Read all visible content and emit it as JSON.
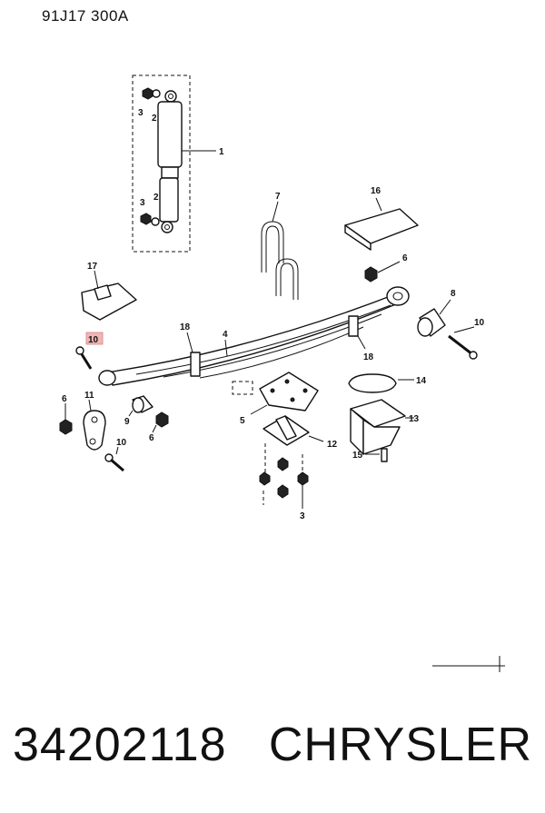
{
  "header": {
    "code": "91J17  300A"
  },
  "footer": {
    "part_number": "34202118",
    "brand": "CHRYSLER"
  },
  "callouts": {
    "shock_nut": "3",
    "shock_washer": "2",
    "shock_absorber": "1",
    "shock_nut_lower": "3",
    "shock_washer_lower": "2",
    "u_bolt": "7",
    "spacer_bracket": "16",
    "nut_right": "6",
    "bumper_bracket": "17",
    "bushing_right": "8",
    "bolt_right": "10",
    "bolt_left": "10",
    "clip_left": "18",
    "leaf_spring": "4",
    "clip_right": "18",
    "pad": "14",
    "nut_left": "6",
    "shackle": "11",
    "bushing_left": "9",
    "nut_left_lower": "6",
    "bolt_lower": "10",
    "plate": "5",
    "bracket": "12",
    "jounce_bumper": "13",
    "screw": "15",
    "nut_bottom": "3"
  }
}
